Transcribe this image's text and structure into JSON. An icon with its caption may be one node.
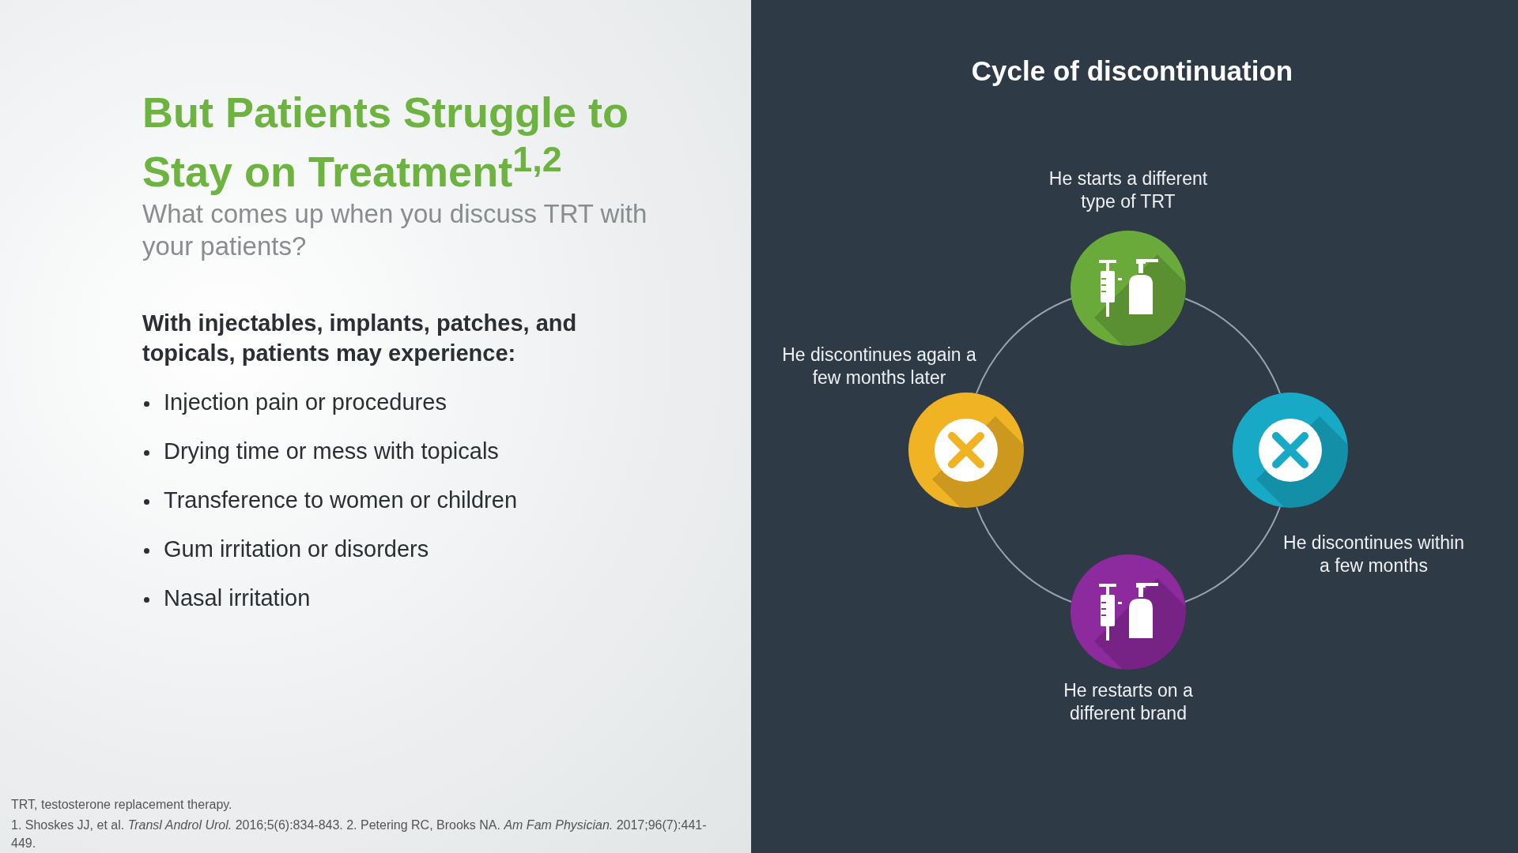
{
  "diagram": {
    "title": "But Patients Struggle to Stay on Treatment$^{1,2}$",
    "nodes": [
      {
        "text": [],
        "shape": "circle",
        "beside": [
          "He starts a different type of TRT"
        ]
      },
      {
        "text": [],
        "shape": "circle",
        "beside": [
          "He discontinues again a few months later"
        ]
      },
      {
        "text": [],
        "shape": "circle",
        "beside": [
          "He discontinues within a few months"
        ]
      },
      {
        "text": [],
        "shape": "circle",
        "beside": [
          "He restarts on a different brand"
        ]
      }
    ],
    "edges": [
      {
        "from": 0,
        "to": 2,
        "arrow": "none"
      },
      {
        "from": 2,
        "to": 3,
        "arrow": "none"
      },
      {
        "from": 3,
        "to": 1,
        "arrow": "none"
      },
      {
        "from": 1,
        "to": 0,
        "arrow": "none"
      }
    ],
    "labels": [
      "What comes up when you discuss TRT with your patients?",
      "With injectables, implants, patches, and topicals, patients may experience:",
      "Injection pain or procedures",
      "Drying time or mess with topicals",
      "Transference to women or children",
      "Gum irritation or disorders",
      "Nasal irritation",
      "Cycle of discontinuation",
      "TRT, testosterone replacement therapy.",
      "1. Shoskes JJ, et al. *Transl Androl Urol.* 2016;5(6):834-843. 2. Petering RC, Brooks NA. *Am Fam Physician.* 2017;96(7):441-449."
    ]
  }
}
